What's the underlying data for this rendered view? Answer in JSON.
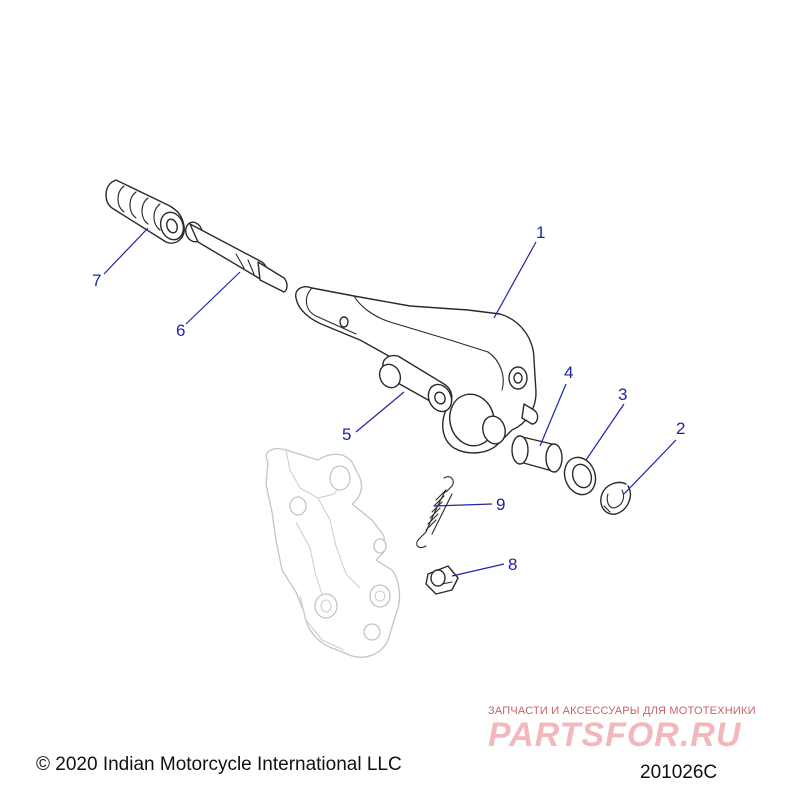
{
  "callouts": [
    {
      "number": "1",
      "part": "brake-pedal-arm"
    },
    {
      "number": "2",
      "part": "retaining-ring"
    },
    {
      "number": "3",
      "part": "washer"
    },
    {
      "number": "4",
      "part": "bushing-sleeve"
    },
    {
      "number": "5",
      "part": "pivot-bushing"
    },
    {
      "number": "6",
      "part": "peg-pin"
    },
    {
      "number": "7",
      "part": "foot-peg"
    },
    {
      "number": "8",
      "part": "flange-bolt"
    },
    {
      "number": "9",
      "part": "extension-spring"
    }
  ],
  "footer": {
    "copyright": "© 2020 Indian Motorcycle International LLC",
    "diagram_code": "201026C"
  },
  "watermark": {
    "tagline": "ЗАПЧАСТИ И АКСЕССУАРЫ ДЛЯ МОТОТЕХНИКИ",
    "logo_text": "PARTSFOR.RU"
  },
  "colors": {
    "callout": "#1e24a8",
    "line_art": "#2a2a2a",
    "ghost_part": "#c4c4c4",
    "watermark": "#f2b8bb"
  }
}
